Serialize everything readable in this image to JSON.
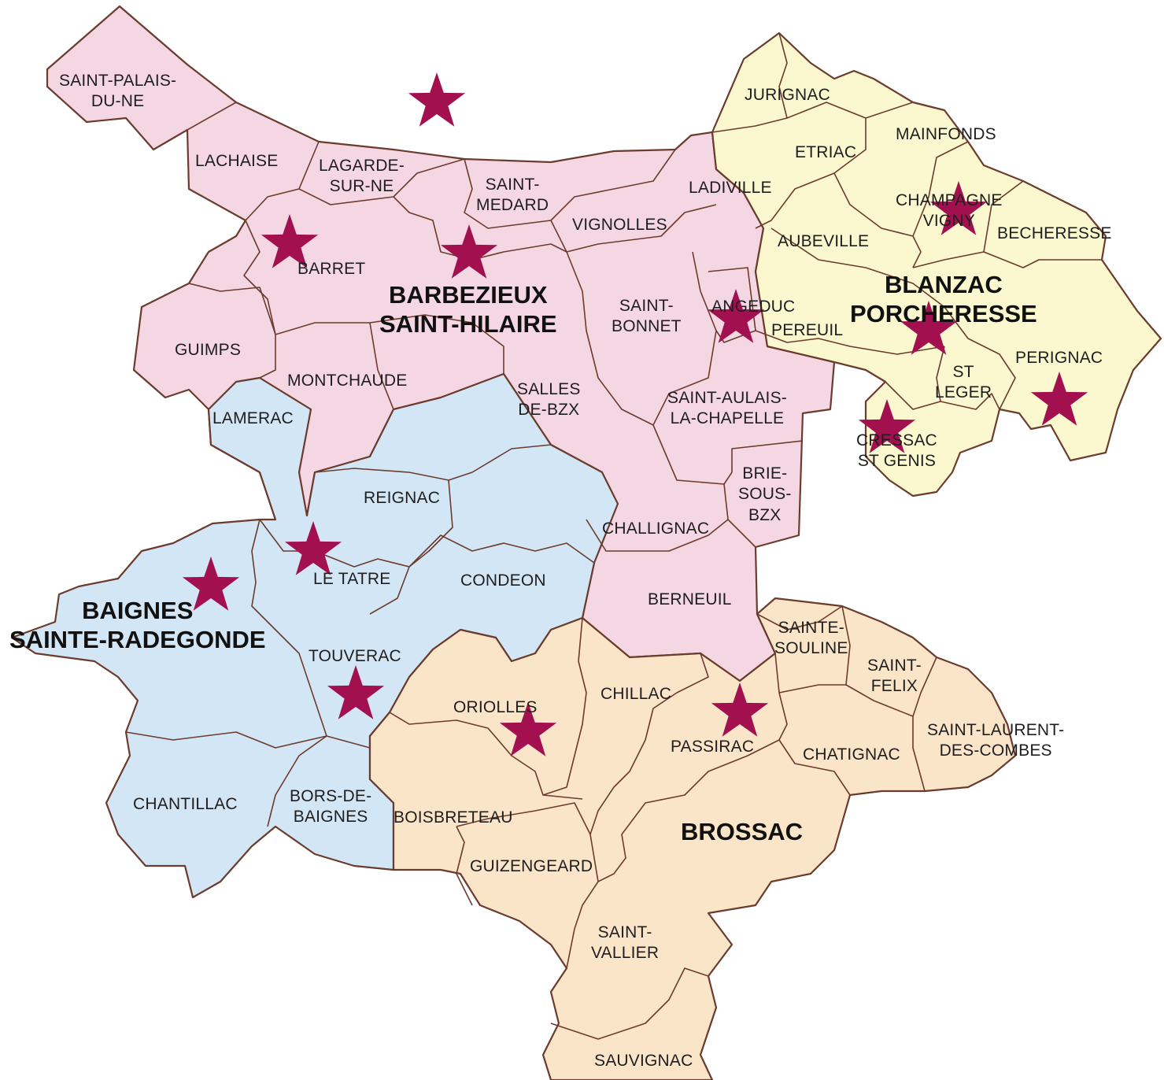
{
  "colors": {
    "barbezieux": "#f5d7e3",
    "baignes": "#d3e6f5",
    "blanzac": "#fbf7cf",
    "brossac": "#fbe5c9",
    "border": "#6b3b2e",
    "star": "#a3104f"
  },
  "icon": "star-icon",
  "cantons": {
    "barbezieux": "BARBEZIEUX\nSAINT-HILAIRE",
    "blanzac": "BLANZAC\nPORCHERESSE",
    "baignes": "BAIGNES\nSAINTE-RADEGONDE",
    "brossac": "BROSSAC"
  },
  "communes": {
    "saint_palais_du_ne": "SAINT-PALAIS-\nDU-NE",
    "lachaise": "LACHAISE",
    "lagarde_sur_ne": "LAGARDE-\nSUR-NE",
    "saint_medard": "SAINT-\nMEDARD",
    "vignolles": "VIGNOLLES",
    "ladiville": "LADIVILLE",
    "barret": "BARRET",
    "guimps": "GUIMPS",
    "montchaude": "MONTCHAUDE",
    "lamerac": "LAMERAC",
    "salles_de_bzx": "SALLES\nDE-BZX",
    "saint_bonnet": "SAINT-\nBONNET",
    "angeduc": "ANGEDUC",
    "pereuil": "PEREUIL",
    "saint_aulais": "SAINT-AULAIS-\nLA-CHAPELLE",
    "brie_sous_bzx": "BRIE-\nSOUS-\nBZX",
    "challignac": "CHALLIGNAC",
    "reignac": "REIGNAC",
    "condeon": "CONDEON",
    "le_tatre": "LE TATRE",
    "berneuil": "BERNEUIL",
    "touverac": "TOUVERAC",
    "chantillac": "CHANTILLAC",
    "bors_de_baignes": "BORS-DE-\nBAIGNES",
    "jurignac": "JURIGNAC",
    "etriac": "ETRIAC",
    "mainfonds": "MAINFONDS",
    "champagne_vigny": "CHAMPAGNE\nVIGNY",
    "becheresse": "BECHERESSE",
    "aubeville": "AUBEVILLE",
    "perignac": "PERIGNAC",
    "st_leger": "ST\nLEGER",
    "cressac_st_genis": "CRESSAC\nST GENIS",
    "sainte_souline": "SAINTE-\nSOULINE",
    "saint_felix": "SAINT-\nFELIX",
    "saint_laurent_des_combes": "SAINT-LAURENT-\nDES-COMBES",
    "chillac": "CHILLAC",
    "oriolles": "ORIOLLES",
    "passirac": "PASSIRAC",
    "chatignac": "CHATIGNAC",
    "boisbreteau": "BOISBRETEAU",
    "guizengeard": "GUIZENGEARD",
    "saint_vallier": "SAINT-\nVALLIER",
    "sauvignac": "SAUVIGNAC"
  }
}
